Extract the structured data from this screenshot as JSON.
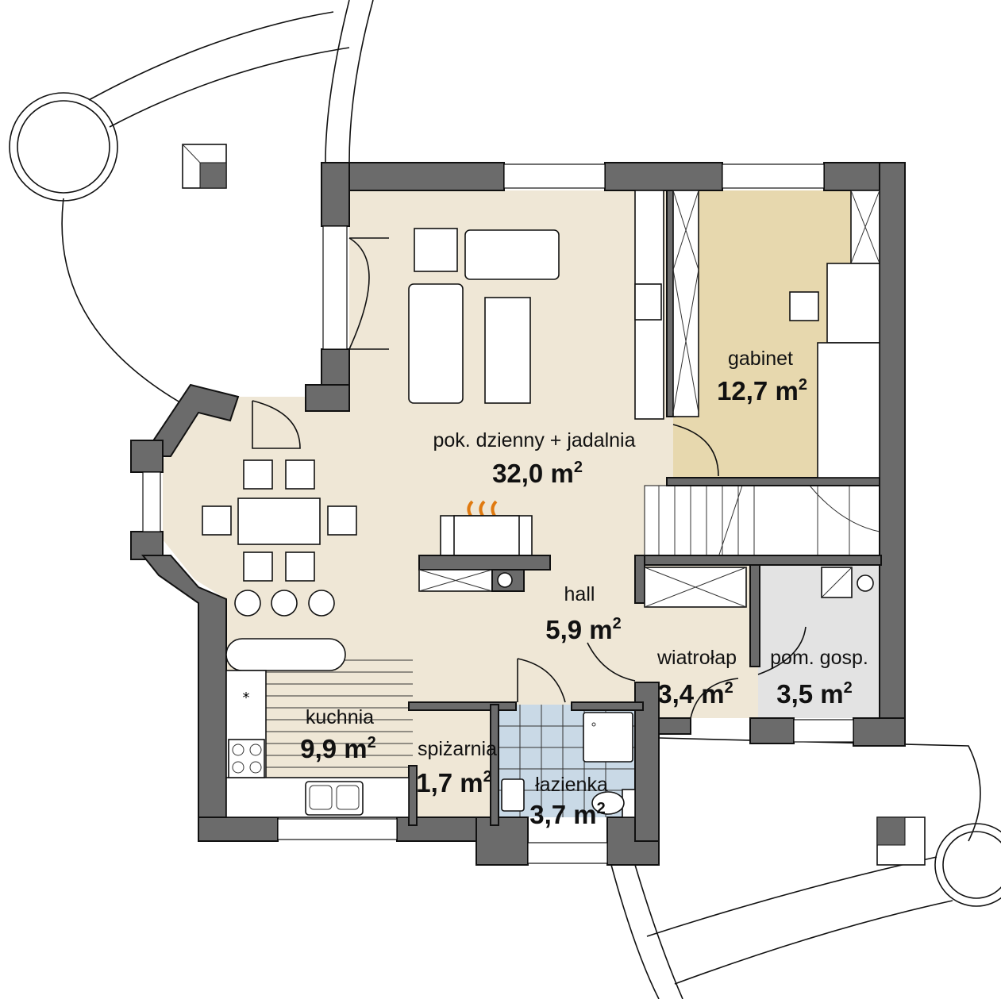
{
  "colors": {
    "wall": "#6b6b6b",
    "living_floor": "#efe7d6",
    "study_floor": "#e7d8ae",
    "bathroom_floor": "#c9d9e6",
    "utility_floor": "#e3e3e3"
  },
  "rooms": [
    {
      "name": "pok. dzienny + jadalnia",
      "area": "32,0",
      "unit": "m",
      "exp": "2"
    },
    {
      "name": "gabinet",
      "area": "12,7",
      "unit": "m",
      "exp": "2"
    },
    {
      "name": "hall",
      "area": "5,9",
      "unit": "m",
      "exp": "2"
    },
    {
      "name": "wiatrołap",
      "area": "3,4",
      "unit": "m",
      "exp": "2"
    },
    {
      "name": "pom. gosp.",
      "area": "3,5",
      "unit": "m",
      "exp": "2"
    },
    {
      "name": "kuchnia",
      "area": "9,9",
      "unit": "m",
      "exp": "2"
    },
    {
      "name": "spiżarnia",
      "area": "1,7",
      "unit": "m",
      "exp": "2"
    },
    {
      "name": "łazienka",
      "area": "3,7",
      "unit": "m",
      "exp": "2"
    }
  ],
  "icons": [
    "fireplace-flame-icon",
    "stove-icon",
    "sink-icon",
    "toilet-icon",
    "shower-icon",
    "chimney-icon"
  ]
}
